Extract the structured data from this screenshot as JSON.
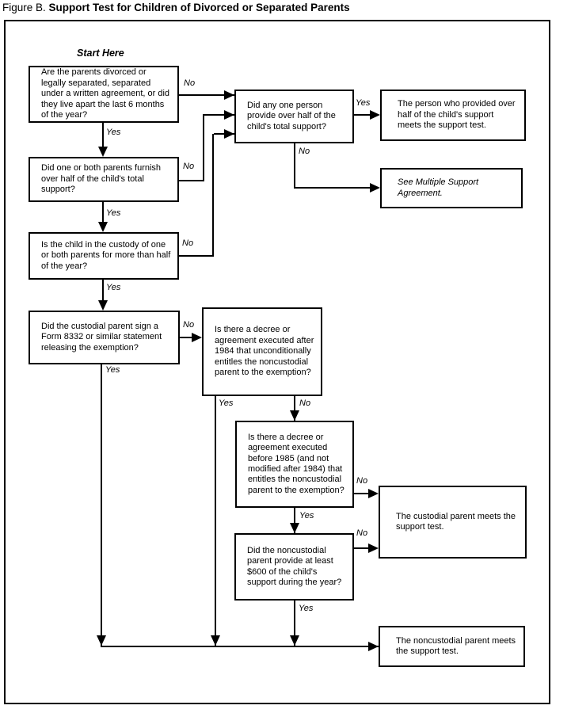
{
  "title": {
    "prefix": "Figure B.",
    "text": "Support Test for Children of Divorced or Separated Parents"
  },
  "colors": {
    "line": "#000000",
    "background": "#ffffff"
  },
  "flowchart": {
    "start_label": "Start Here",
    "nodes": {
      "q_divorced": {
        "text": "Are the parents divorced or legally separated, separated under a written agreement, or did they live apart the last 6 months of the year?"
      },
      "q_furnish": {
        "text": "Did one or both parents furnish over half of the child's total support?"
      },
      "q_custody": {
        "text": "Is the child in the custody of one or both parents for more than half of the year?"
      },
      "q_form8332": {
        "text": "Did the custodial parent sign a Form 8332 or similar statement releasing the exemption?"
      },
      "q_any_one_person": {
        "text": "Did any one person provide over half of the child's total support?"
      },
      "result_person_provided": {
        "text": "The person who provided over half of the child's support meets the support test."
      },
      "result_multiple_support": {
        "text": "See Multiple Support Agreement."
      },
      "q_decree_after_1984": {
        "text": "Is there a decree or agreement executed after 1984 that unconditionally entitles the noncustodial parent to the exemption?"
      },
      "q_decree_before_1985": {
        "text": "Is there a decree or agreement executed before 1985 (and not modified after 1984) that entitles the noncustodial parent to the exemption?"
      },
      "q_600_support": {
        "text": "Did the noncustodial parent provide at least $600 of the child's support during the year?"
      },
      "result_custodial": {
        "text": "The custodial parent meets the support test."
      },
      "result_noncustodial": {
        "text": "The noncustodial parent meets the support test."
      }
    },
    "edge_labels": {
      "divorced_no": "No",
      "divorced_yes": "Yes",
      "furnish_no": "No",
      "furnish_yes": "Yes",
      "custody_no": "No",
      "custody_yes": "Yes",
      "anyone_yes": "Yes",
      "anyone_no": "No",
      "form8332_no": "No",
      "form8332_yes": "Yes",
      "after1984_yes": "Yes",
      "after1984_no": "No",
      "before1985_no": "No",
      "before1985_yes": "Yes",
      "provide600_no": "No",
      "provide600_yes": "Yes"
    }
  }
}
